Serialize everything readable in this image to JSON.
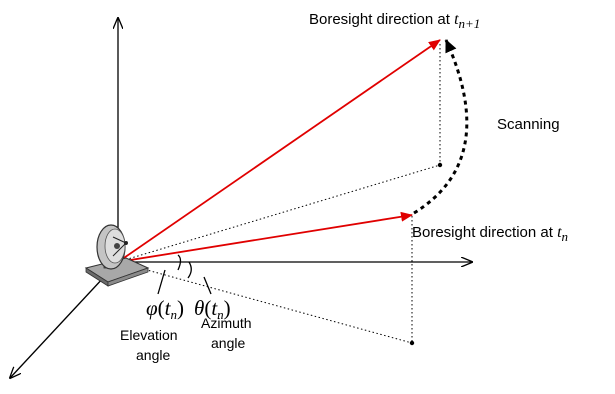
{
  "labels": {
    "boresight_next": "Boresight direction at ",
    "boresight_next_sub": "n+1",
    "boresight_now": "Boresight direction at ",
    "boresight_now_sub": "n",
    "t": "t",
    "scanning": "Scanning",
    "elevation_line1": "Elevation",
    "elevation_line2": "angle",
    "azimuth_line1": "Azimuth",
    "azimuth_line2": "angle"
  },
  "symbols": {
    "phi": "φ",
    "theta": "θ",
    "open_paren": "(",
    "close_paren": ")",
    "t": "t",
    "n": "n"
  },
  "colors": {
    "boresight_vector": "#e00000",
    "axis": "#000000",
    "projection": "#000000"
  }
}
